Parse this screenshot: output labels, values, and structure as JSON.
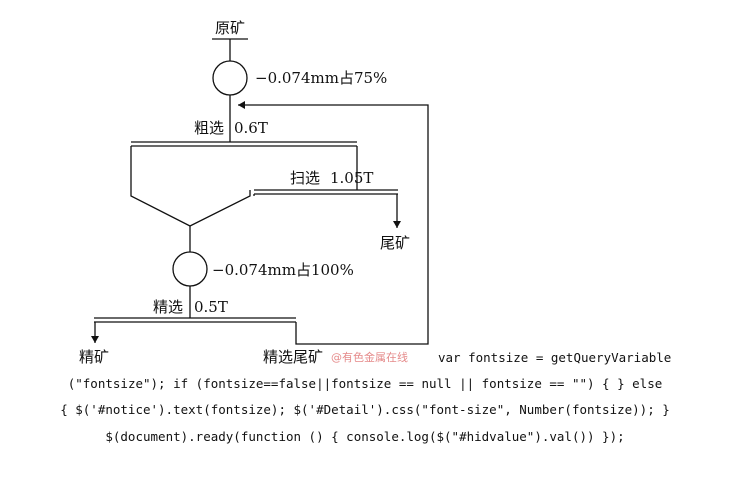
{
  "diagram": {
    "feed_label": "原矿",
    "grind1_label": "−0.074mm占75%",
    "rougher_label": "粗选",
    "rougher_field": "0.6T",
    "scavenger_label": "扫选",
    "scavenger_field": "1.05T",
    "tailings_label": "尾矿",
    "grind2_label": "−0.074mm占100%",
    "cleaner_label": "精选",
    "cleaner_field": "0.5T",
    "concentrate_label": "精矿",
    "cleaner_tailings_label": "精选尾矿"
  },
  "watermark": "@有色金属在线",
  "code": {
    "line1": "var fontsize = getQueryVariable",
    "line2": "(\"fontsize\"); if (fontsize==false||fontsize == null || fontsize == \"\") { } else",
    "line3": "{ $('#notice').text(fontsize); $('#Detail').css(\"font-size\", Number(fontsize)); }",
    "line4": "$(document).ready(function () { console.log($(\"#hidvalue\").val()) });"
  }
}
